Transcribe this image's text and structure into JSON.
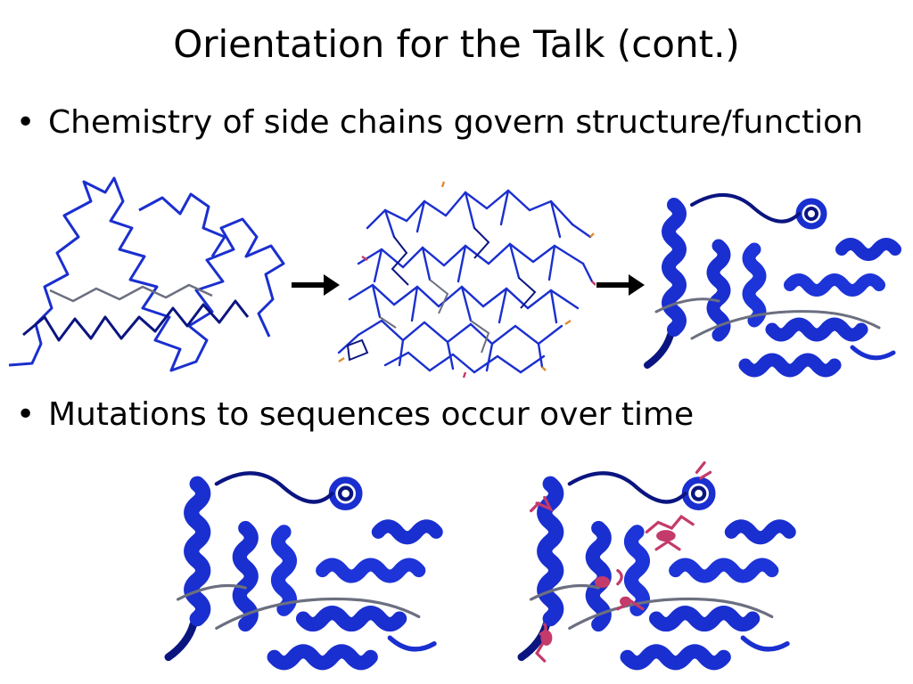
{
  "slide": {
    "title": "Orientation for the Talk (cont.)",
    "bullets": [
      "Chemistry of side chains govern structure/function",
      "Mutations to sequences occur over time"
    ],
    "bullet_glyph": "•"
  },
  "figures": {
    "row1": [
      "backbone-trace",
      "side-chain-sticks",
      "cartoon-helix-model"
    ],
    "row2": [
      "cartoon-helix-model",
      "cartoon-helix-model-with-mutations"
    ],
    "arrows": [
      "right-arrow-icon",
      "right-arrow-icon"
    ]
  },
  "colors": {
    "protein_blue": "#1a2fcf",
    "protein_dark": "#0b1580",
    "loop_gray": "#6b6f80",
    "mutation_pink": "#c43a6a",
    "arrow": "#000000"
  }
}
